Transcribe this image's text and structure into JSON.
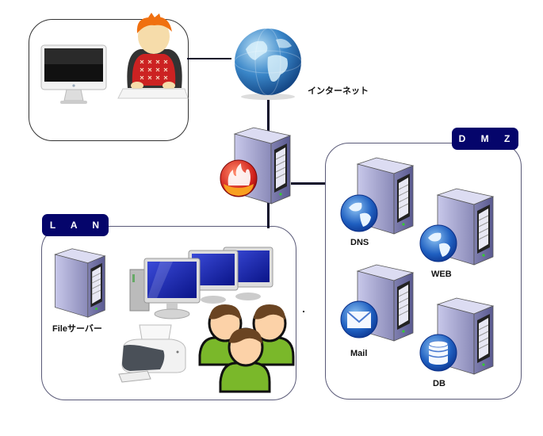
{
  "diagram": {
    "title": "",
    "nodes": {
      "internet": {
        "label": "インターネット",
        "icon": "globe-icon"
      },
      "firewall": {
        "label": "",
        "icon": "firewall-server-icon"
      },
      "client": {
        "label": "",
        "icons": [
          "imac-monitor-icon",
          "user-at-keyboard-icon"
        ]
      },
      "lan": {
        "zone_label": "L A N",
        "items": [
          {
            "label": "Fileサーバー",
            "icon": "file-server-icon"
          },
          {
            "label": "",
            "icon": "desktop-pcs-icon"
          },
          {
            "label": "",
            "icon": "printer-icon"
          },
          {
            "label": "",
            "icon": "users-group-icon"
          }
        ]
      },
      "dmz": {
        "zone_label": "D M Z",
        "items": [
          {
            "label": "DNS",
            "icon": "dns-server-icon"
          },
          {
            "label": "WEB",
            "icon": "web-server-icon"
          },
          {
            "label": "Mail",
            "icon": "mail-server-icon"
          },
          {
            "label": "DB",
            "icon": "db-server-icon"
          }
        ]
      }
    },
    "edges": [
      [
        "client",
        "internet"
      ],
      [
        "internet",
        "firewall"
      ],
      [
        "firewall",
        "dmz"
      ],
      [
        "firewall",
        "lan"
      ]
    ],
    "colors": {
      "zone_tag_bg": "#05056b",
      "zone_tag_text": "#ffffff",
      "connector": "#0a0a2a",
      "server_body": "#9a9ac8",
      "globe_blue": "#1f5fa8",
      "fire_red": "#d0201a",
      "user_green": "#7ab82a"
    }
  }
}
